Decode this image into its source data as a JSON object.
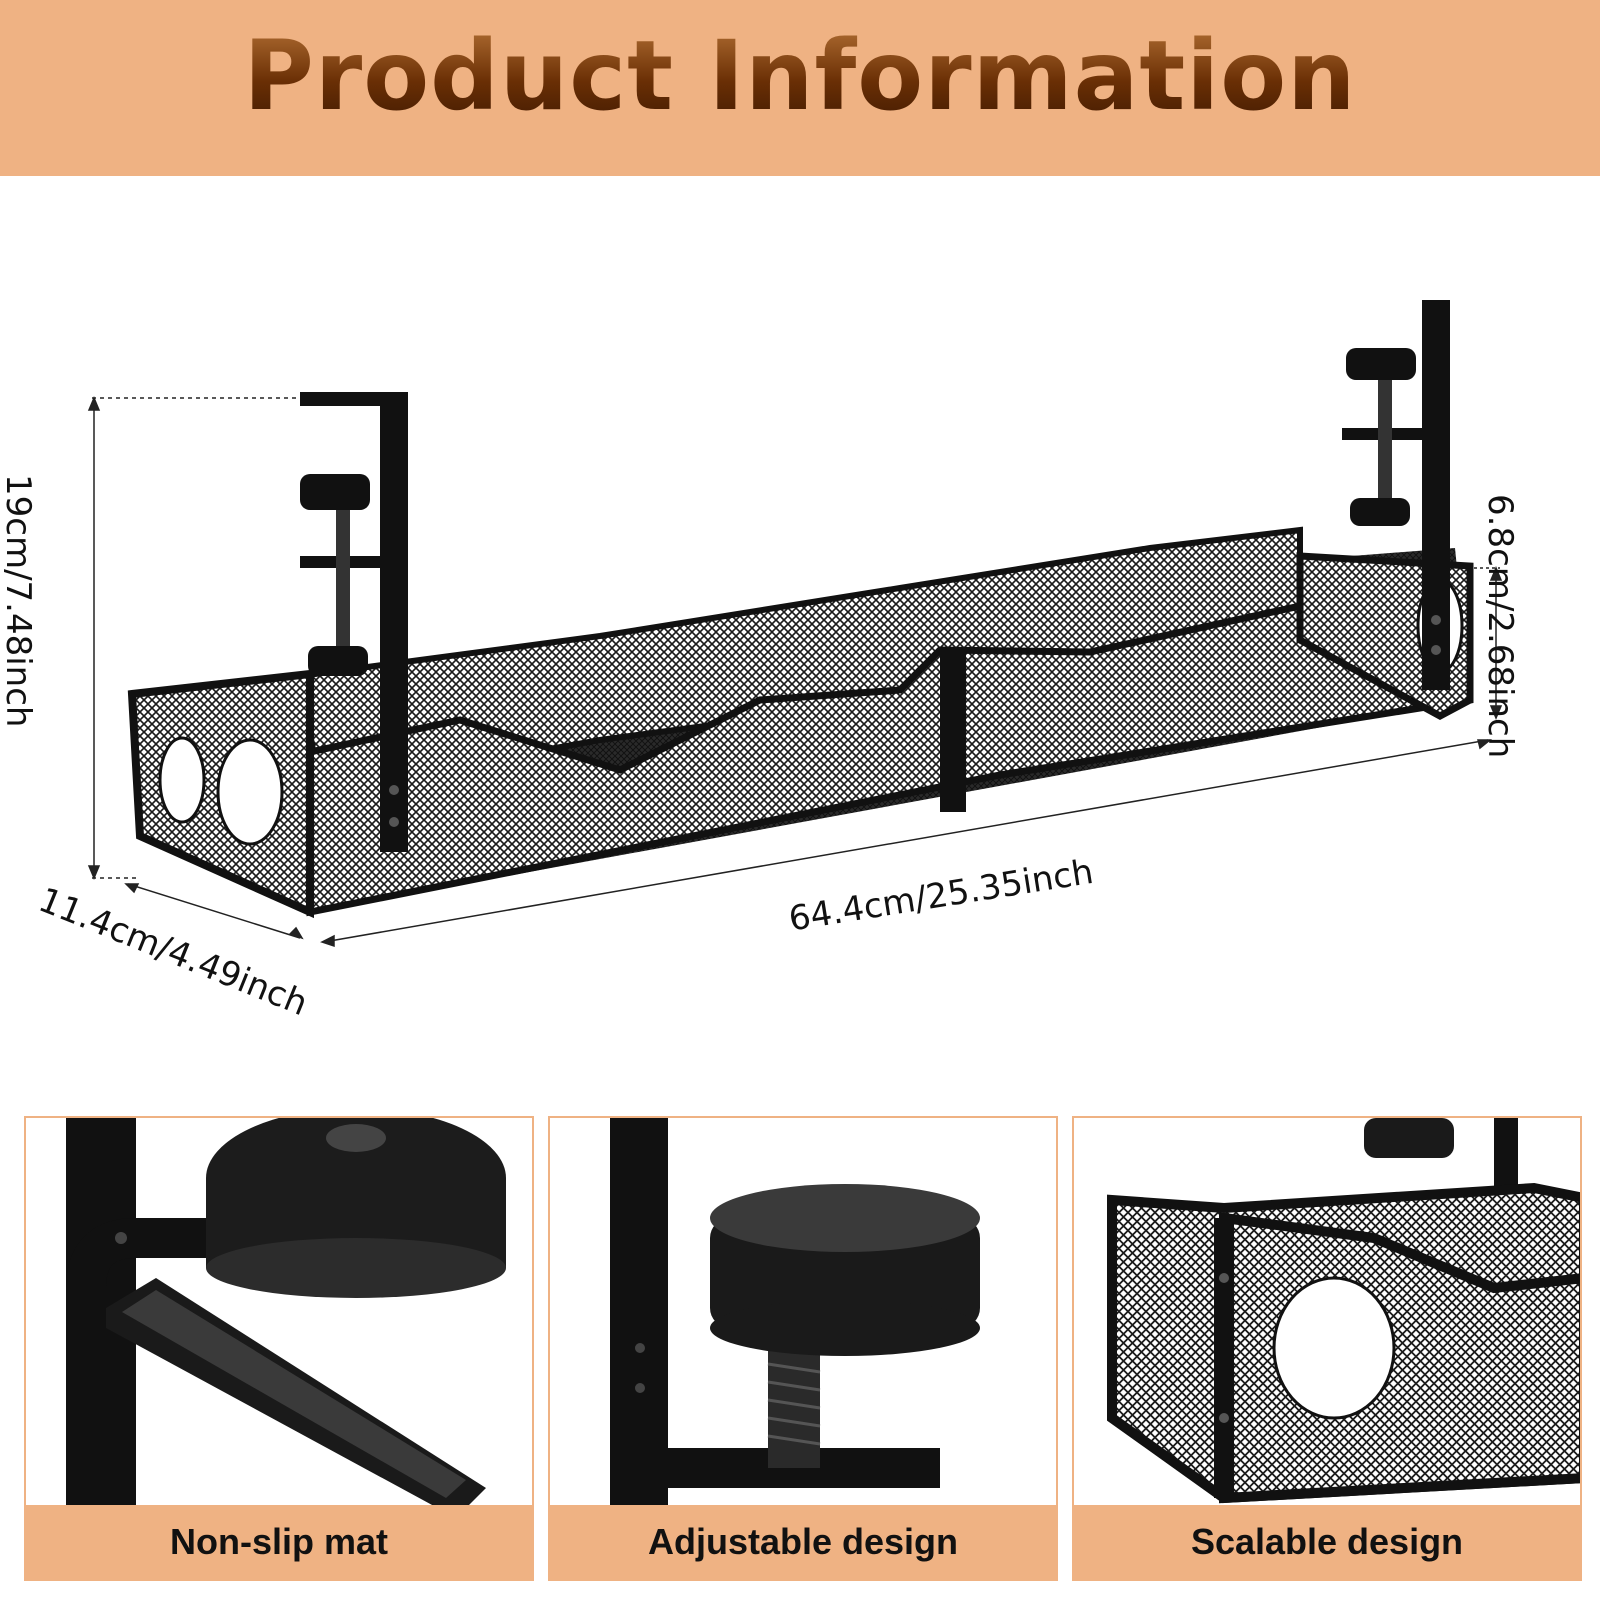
{
  "header": {
    "title": "Product Information"
  },
  "dimensions": {
    "height": "19cm/7.48inch",
    "width": "64.4cm/25.35inch",
    "depth": "11.4cm/4.49inch",
    "basket_height": "6.8cm/2.68inch"
  },
  "features": [
    {
      "label": "Non-slip mat"
    },
    {
      "label": "Adjustable design"
    },
    {
      "label": "Scalable design"
    }
  ],
  "colors": {
    "accent": "#efb283",
    "title_brown": "#6a2f05",
    "product": "#1a1a1a"
  }
}
